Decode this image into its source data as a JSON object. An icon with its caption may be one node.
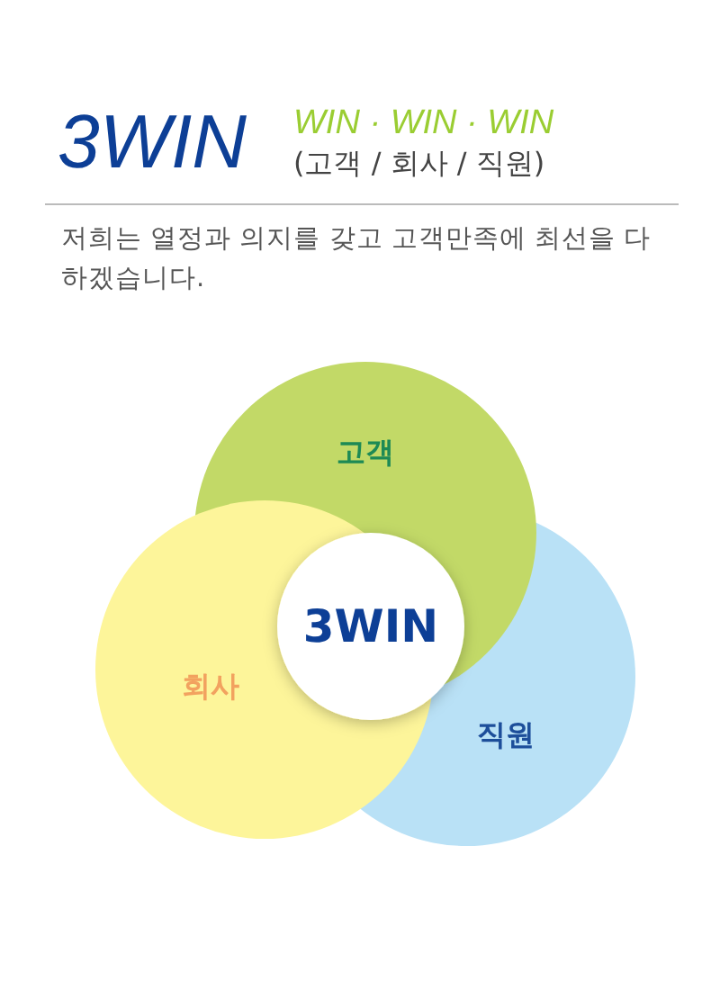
{
  "diagram": {
    "title": "3WIN",
    "nodes": [
      {
        "text": [
          "고객"
        ]
      },
      {
        "text": [
          "회사"
        ]
      },
      {
        "text": [
          "직원"
        ]
      },
      {
        "text": [
          "3WIN"
        ]
      }
    ],
    "labels": [
      "WIN · WIN · WIN",
      "(고객 / 회사 / 직원)",
      "저희는 열정과 의지를 갖고 고객만족에 최선을 다하겠습니다."
    ]
  }
}
